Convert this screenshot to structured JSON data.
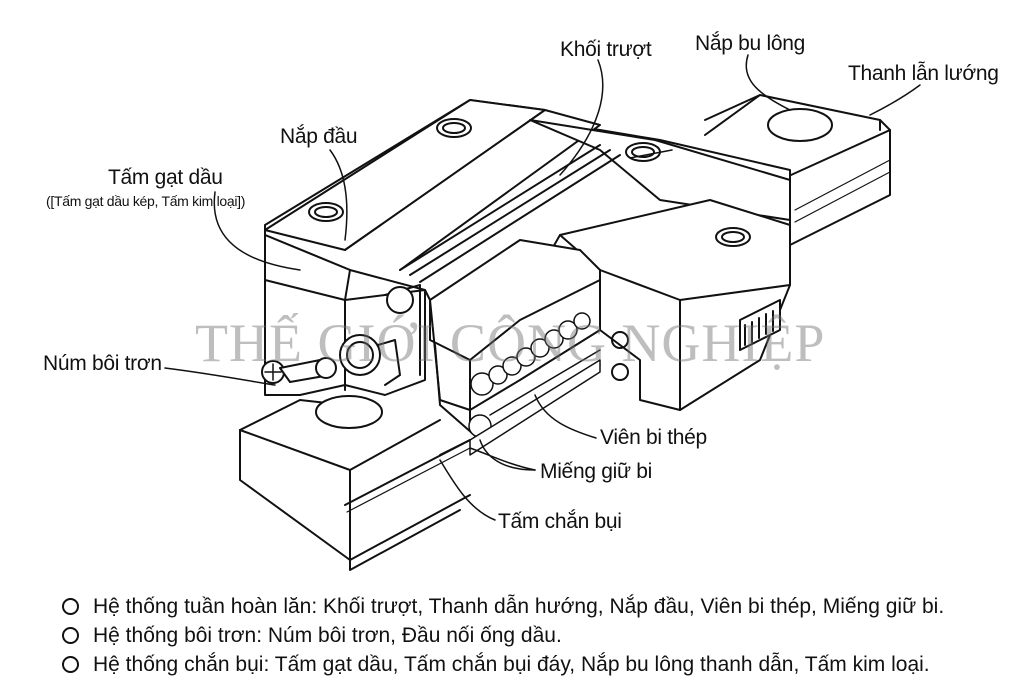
{
  "watermark": "THẾ GIỚI CÔNG NGHIỆP",
  "labels": {
    "khoi_truot": "Khối trượt",
    "nap_bu_long": "Nắp bu lông",
    "thanh_dan_huong": "Thanh lẫn lướng",
    "nap_dau": "Nắp đầu",
    "tam_gat_dau": "Tấm gạt dầu",
    "tam_gat_dau_sub": "([Tấm gạt dầu kép, Tấm kim loại])",
    "num_boi_tron": "Núm bôi trơn",
    "vien_bi_thep": "Viên bi thép",
    "mieng_giu_bi": "Miếng giữ bi",
    "tam_chan_bui": "Tấm chắn bụi"
  },
  "legend": [
    "Hệ thống tuần hoàn lăn: Khối trượt, Thanh dẫn hướng, Nắp đầu, Viên bi thép, Miếng giữ bi.",
    "Hệ thống bôi trơn: Núm bôi trơn, Đầu nối ống dầu.",
    "Hệ thống chắn bụi: Tấm gạt dầu, Tấm chắn bụi đáy, Nắp bu lông thanh dẫn, Tấm kim loại."
  ],
  "colors": {
    "line": "#111111",
    "fill": "#ffffff",
    "shade": "#e9e9e9",
    "watermark": "#8a8a8a"
  }
}
